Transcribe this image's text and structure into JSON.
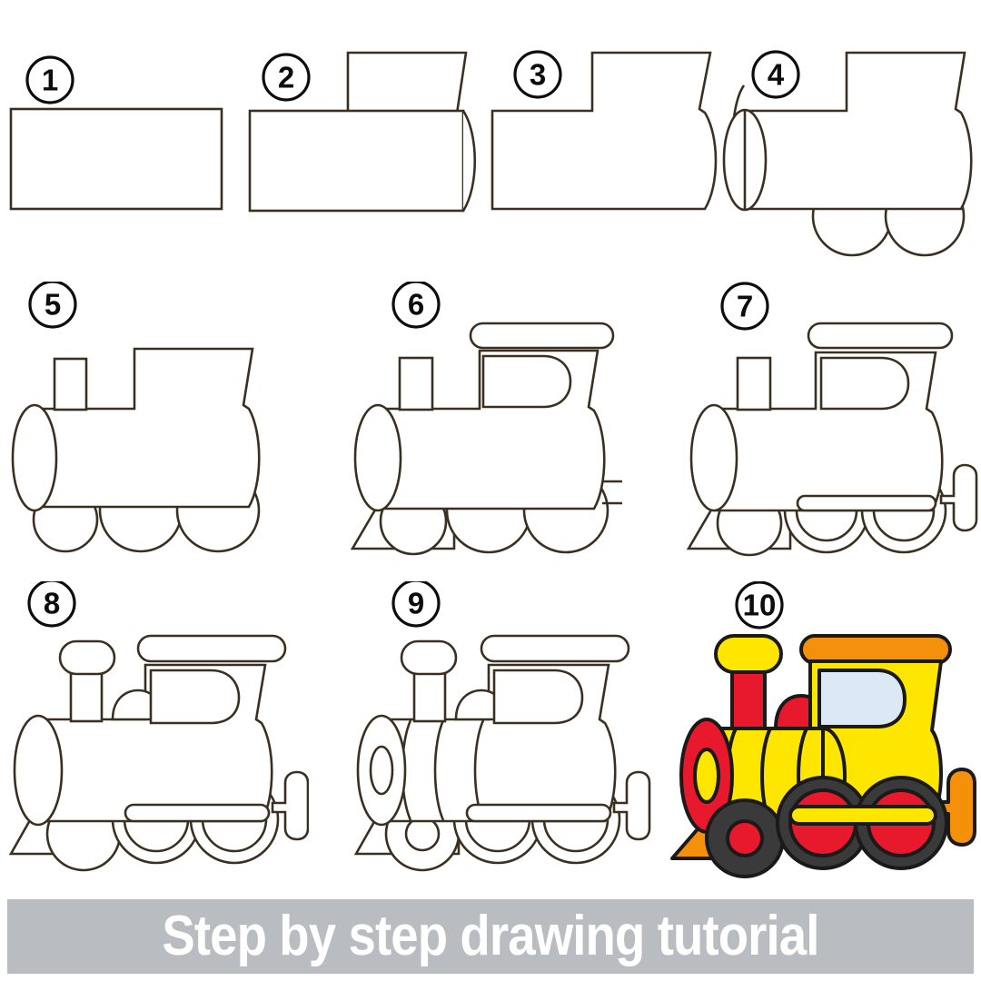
{
  "page": {
    "title": "Step by step drawing tutorial",
    "subject": "train locomotive",
    "background_color": "#ffffff",
    "total_steps": 10,
    "columns": 3,
    "rows": 4
  },
  "banner": {
    "text": "Step by step drawing tutorial",
    "background_color": "#b9bdc2",
    "text_color": "#ffffff"
  },
  "line_art": {
    "stroke_color": "#3b2f20",
    "stroke_width": 2.4,
    "fill_color": "#ffffff"
  },
  "badge": {
    "fill_color": "#ffffff",
    "stroke_color": "#0d0d0d",
    "text_color": "#0d0d0d"
  },
  "palette": {
    "yellow": "#ffe600",
    "red": "#e8192c",
    "orange": "#f5900a",
    "wheel_dark": "#3a3a3a",
    "window_blue": "#dce8f5",
    "outline": "#1a1a1a"
  },
  "steps": [
    {
      "number": "1",
      "label": "step-1",
      "description": "Draw a rectangle for the body",
      "colored": false
    },
    {
      "number": "2",
      "label": "step-2",
      "description": "Add the cab shape on top and round the body end",
      "colored": false
    },
    {
      "number": "3",
      "label": "step-3",
      "description": "Merge shapes into one outline silhouette",
      "colored": false
    },
    {
      "number": "4",
      "label": "step-4",
      "description": "Add boiler front ellipse and two wheels",
      "colored": false
    },
    {
      "number": "5",
      "label": "step-5",
      "description": "Add chimney rectangle and a third small wheel",
      "colored": false
    },
    {
      "number": "6",
      "label": "step-6",
      "description": "Add cab roof, window, cowcatcher and buffer lines",
      "colored": false
    },
    {
      "number": "7",
      "label": "step-7",
      "description": "Add wheel rims, connecting rod and rear buffer",
      "colored": false
    },
    {
      "number": "8",
      "label": "step-8",
      "description": "Round the chimney cap and add the steam dome",
      "colored": false
    },
    {
      "number": "9",
      "label": "step-9",
      "description": "Finish the line art with boiler bands and hubs",
      "colored": false
    },
    {
      "number": "10",
      "label": "step-10",
      "description": "Color the locomotive",
      "colored": true
    }
  ]
}
